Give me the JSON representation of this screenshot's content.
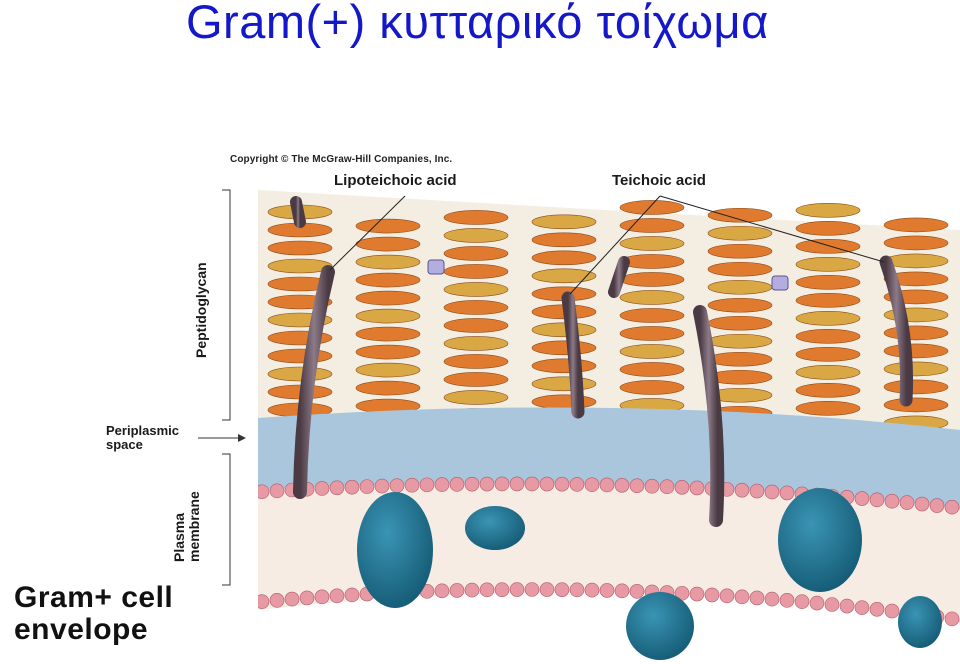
{
  "slide": {
    "title": "Gram(+) κυτταρικό τοίχωμα"
  },
  "figure": {
    "copyright": "Copyright © The McGraw-Hill Companies, Inc.",
    "labels": {
      "lipoteichoic": "Lipoteichoic acid",
      "teichoic": "Teichoic acid",
      "peptidoglycan": "Peptidoglycan",
      "periplasmic_line1": "Periplasmic",
      "periplasmic_line2": "space",
      "plasma_line1": "Plasma",
      "plasma_line2": "membrane",
      "envelope_line1": "Gram+ cell",
      "envelope_line2": "envelope"
    },
    "colors": {
      "peptidoglycan_orange": "#e07a2e",
      "peptidoglycan_tan": "#d9a845",
      "periplasm_blue": "#a9c6dc",
      "lipid_head_pink": "#e89aa4",
      "membrane_protein": "#1f6e8c",
      "teichoic_rod": "#6a5a66"
    }
  }
}
